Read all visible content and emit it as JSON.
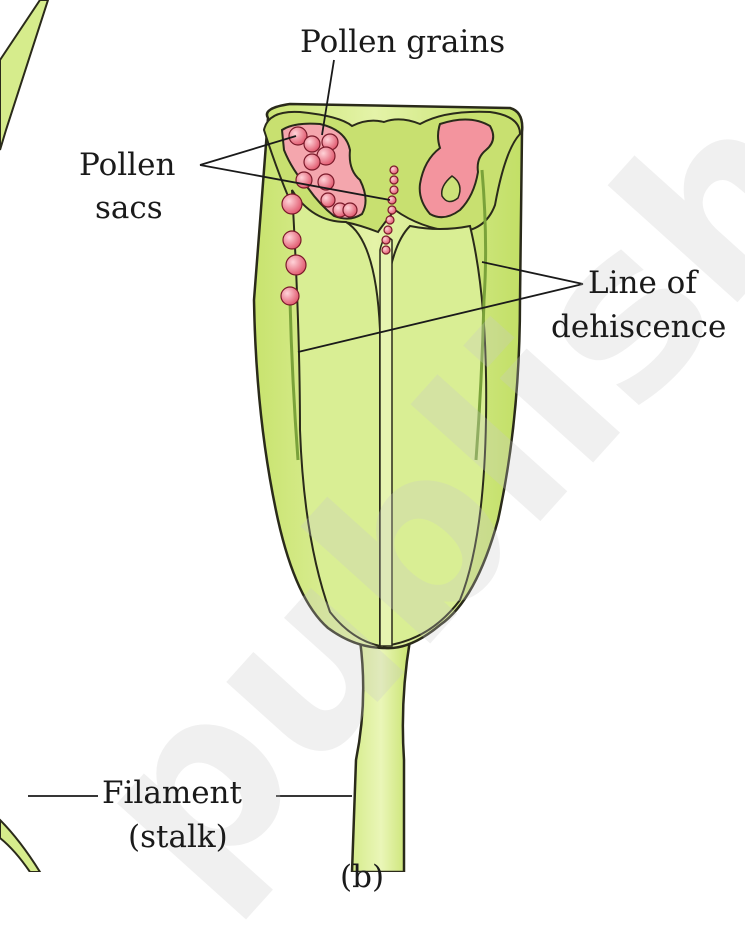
{
  "labels": {
    "pollen_grains": "Pollen grains",
    "pollen_sacs_line1": "Pollen",
    "pollen_sacs_line2": "sacs",
    "dehiscence_line1": "Line of",
    "dehiscence_line2": "dehiscence",
    "filament_line1": "Filament",
    "filament_line2": "(stalk)",
    "figure_part": "(b)"
  },
  "watermark": "published",
  "colors": {
    "tissue": "#d6ec8c",
    "tissue_dark": "#b5d85f",
    "tissue_light": "#eef7c6",
    "sac_fill": "#f4a6ad",
    "sac_inner": "#e86a7c",
    "outline": "#2a2a1a",
    "leader": "#1a1a1a"
  }
}
